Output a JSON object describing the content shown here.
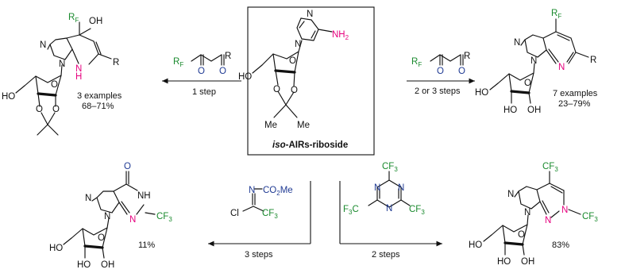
{
  "center": {
    "label_prefix": "iso",
    "label_suffix": "-AIRs-riboside",
    "nh2": "NH",
    "nh2_sub": "2",
    "ho": "HO",
    "me1": "Me",
    "me2": "Me"
  },
  "left_reaction": {
    "steps": "1 step",
    "examples": "3 examples",
    "yield": "68–71%"
  },
  "right_reaction": {
    "steps": "2 or 3 steps",
    "examples": "7 examples",
    "yield": "23–79%"
  },
  "bottom_left_reaction": {
    "steps": "3 steps",
    "yield": "11%",
    "co2me": "CO",
    "co2me_sub": "2",
    "co2me_tail": "Me"
  },
  "bottom_right_reaction": {
    "steps": "2 steps",
    "yield": "83%"
  },
  "atoms": {
    "N": "N",
    "O": "O",
    "H": "H",
    "Cl": "Cl",
    "R": "R",
    "RF": "R",
    "RF_sub": "F",
    "CF3": "CF",
    "CF3_sub": "3",
    "F3C": "F",
    "F3C_sub": "3",
    "F3C_tail": "C",
    "OH": "OH",
    "HO": "HO",
    "NH": "NH"
  }
}
